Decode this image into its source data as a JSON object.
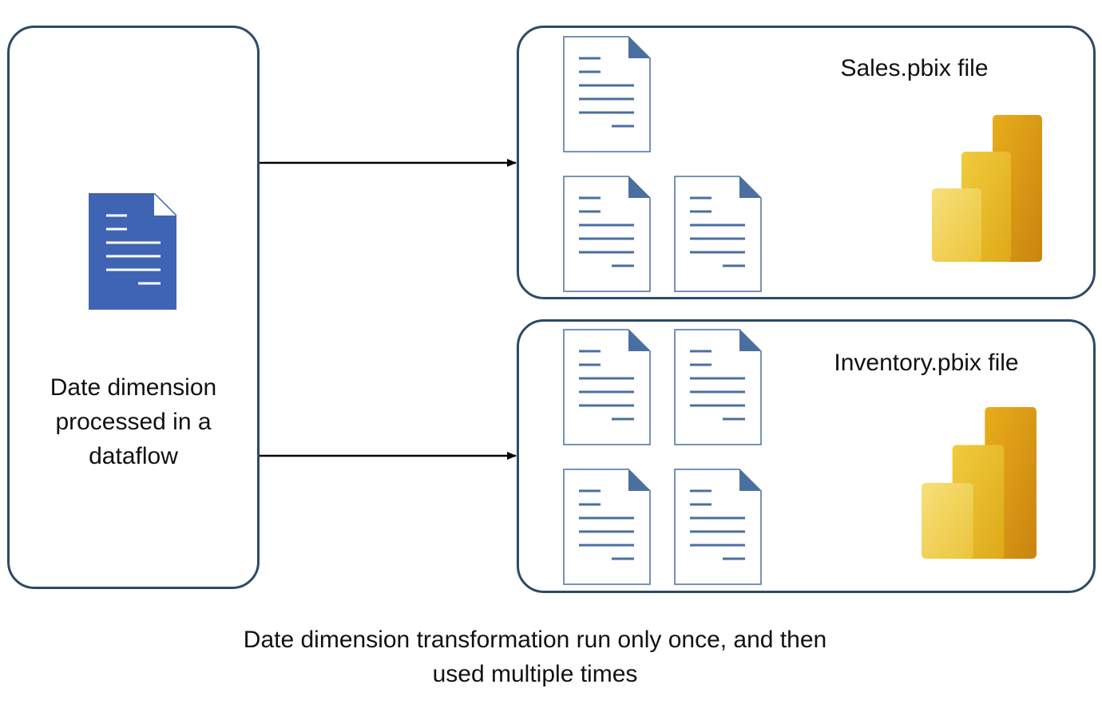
{
  "dataflow": {
    "label": "Date dimension processed in a dataflow",
    "doc_color": "#4064b4"
  },
  "sales": {
    "title": "Sales.pbix file",
    "document_count": 3
  },
  "inventory": {
    "title": "Inventory.pbix file",
    "document_count": 4
  },
  "caption": "Date dimension transformation run only once, and then used multiple times",
  "colors": {
    "box_border": "#2d4a66",
    "doc_outline": "#4a6fa0",
    "arrow": "#000000",
    "powerbi_light": "#f2d55a",
    "powerbi_mid": "#e7b81c",
    "powerbi_dark": "#cc8a10"
  },
  "icons": {
    "document": "document-icon",
    "powerbi": "powerbi-logo-icon"
  }
}
